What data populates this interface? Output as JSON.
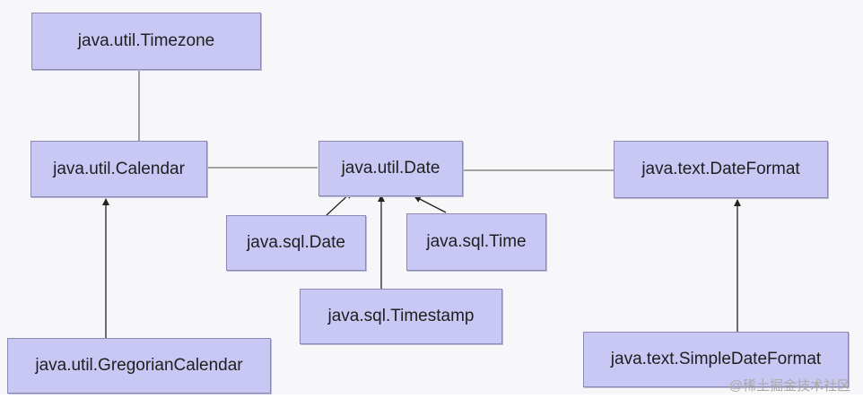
{
  "nodes": {
    "timezone": "java.util.Timezone",
    "calendar": "java.util.Calendar",
    "util_date": "java.util.Date",
    "dateformat": "java.text.DateFormat",
    "sql_date": "java.sql.Date",
    "sql_time": "java.sql.Time",
    "timestamp": "java.sql.Timestamp",
    "gregorian": "java.util.GregorianCalendar",
    "simpledateformat": "java.text.SimpleDateFormat"
  },
  "edges": [
    {
      "from": "timezone",
      "to": "calendar",
      "style": "line"
    },
    {
      "from": "calendar",
      "to": "util_date",
      "style": "line"
    },
    {
      "from": "util_date",
      "to": "dateformat",
      "style": "line"
    },
    {
      "from": "gregorian",
      "to": "calendar",
      "style": "arrow"
    },
    {
      "from": "sql_date",
      "to": "util_date",
      "style": "arrow"
    },
    {
      "from": "timestamp",
      "to": "util_date",
      "style": "arrow"
    },
    {
      "from": "sql_time",
      "to": "util_date",
      "style": "arrow"
    },
    {
      "from": "simpledateformat",
      "to": "dateformat",
      "style": "arrow"
    }
  ],
  "watermark": "@稀土掘金技术社区",
  "colors": {
    "box_fill": "#c9c8f4",
    "box_border": "#8c8ab3",
    "line": "#6f6f6f"
  }
}
